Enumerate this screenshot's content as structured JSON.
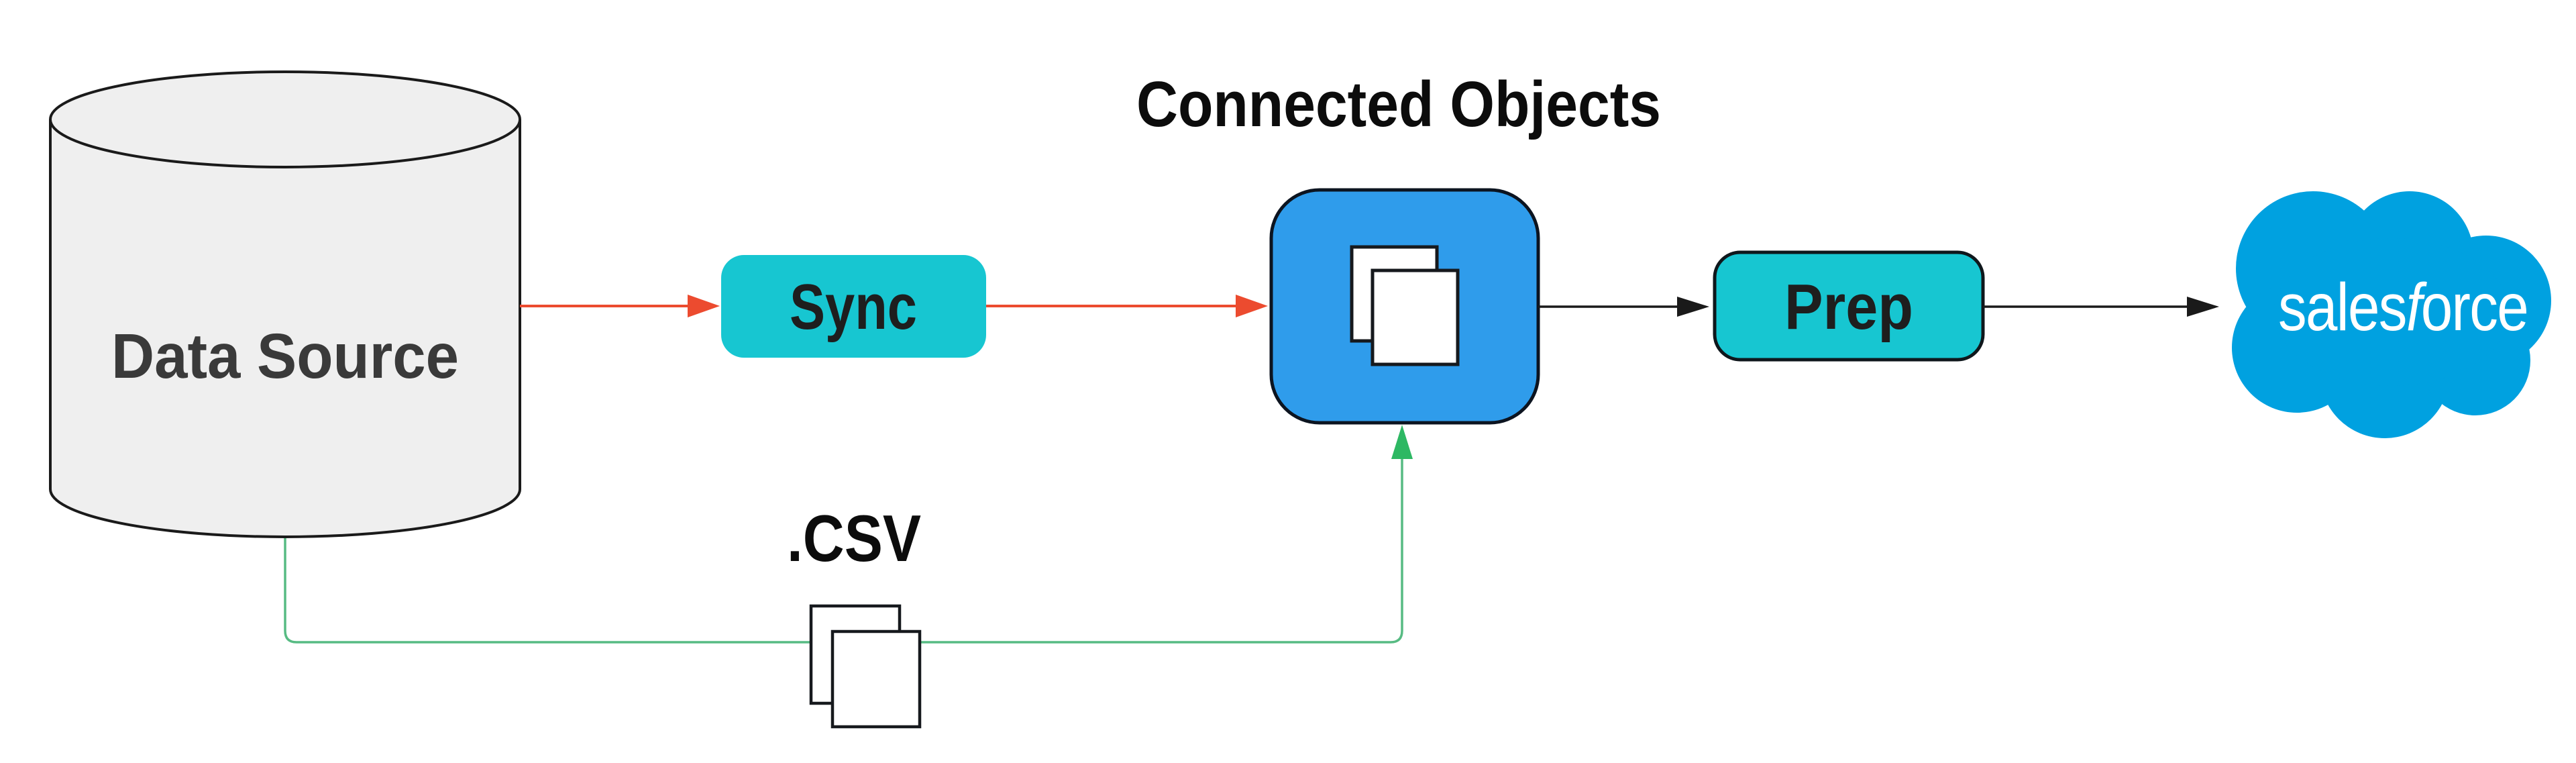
{
  "diagram": {
    "title": "Connected Objects",
    "nodes": {
      "data_source": {
        "label": "Data Source",
        "shape": "database-cylinder"
      },
      "sync": {
        "label": "Sync",
        "shape": "rounded-button"
      },
      "connected_objects": {
        "label": "Connected Objects",
        "shape": "rounded-square",
        "icon": "documents-icon"
      },
      "prep": {
        "label": "Prep",
        "shape": "rounded-button"
      },
      "salesforce": {
        "label": "salesforce",
        "wordmark": {
          "pre": "sales",
          "f": "f",
          "post": "orce"
        },
        "shape": "cloud-logo"
      },
      "csv": {
        "label": ".CSV",
        "icon": "documents-icon"
      }
    },
    "edges": [
      {
        "from": "Data Source",
        "to": "Sync",
        "style": "arrow",
        "color_name": "red"
      },
      {
        "from": "Sync",
        "to": "Connected Objects",
        "style": "arrow",
        "color_name": "red"
      },
      {
        "from": "Connected Objects",
        "to": "Prep",
        "style": "arrow",
        "color_name": "black"
      },
      {
        "from": "Prep",
        "to": "salesforce",
        "style": "arrow",
        "color_name": "black"
      },
      {
        "from": "Data Source",
        "to": "Connected Objects",
        "via": ".CSV",
        "style": "arrow",
        "color_name": "green"
      }
    ],
    "colors": {
      "background": "#ffffff",
      "teal_button": "#17c6d1",
      "blue_box": "#2f9ceb",
      "salesforce_blue": "#00a1e0",
      "red_arrow": "#ec4b2f",
      "green_line": "#57bb83",
      "green_arrowhead": "#2db863",
      "black_line": "#1a1a1a",
      "cylinder_fill": "#efefef",
      "doc_fill": "#ffffff",
      "outline_dark": "#121821",
      "label_dark": "#3a3a3a",
      "title_dark": "#0c0c0c"
    }
  }
}
